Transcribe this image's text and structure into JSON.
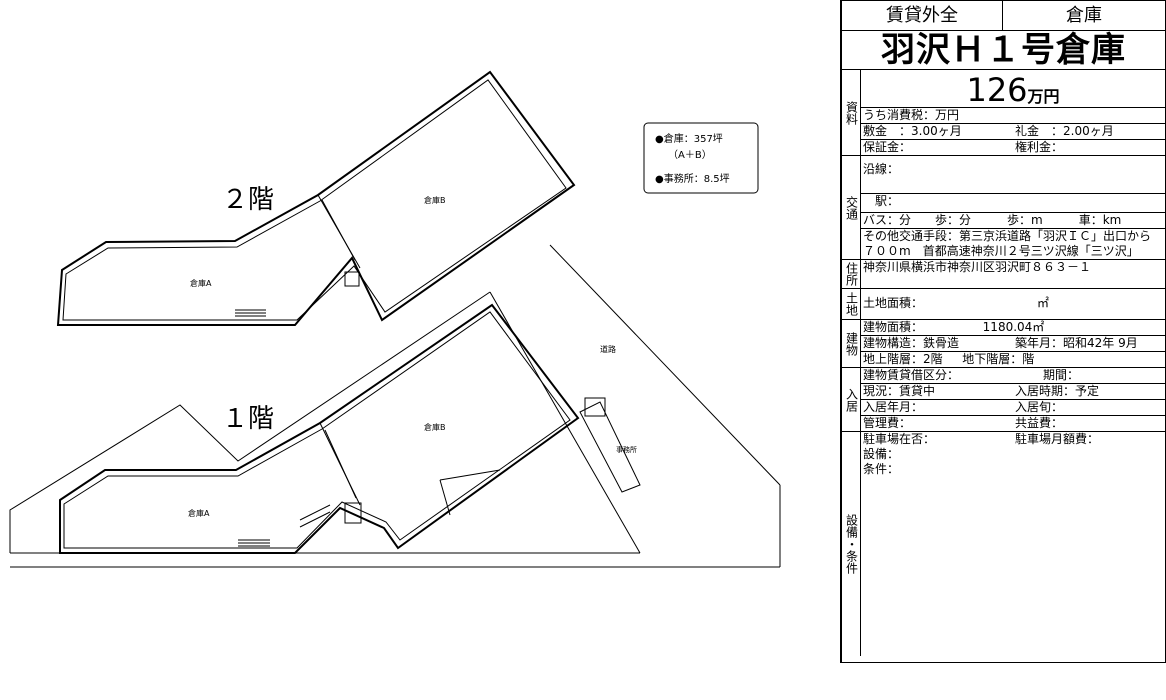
{
  "sheet": {
    "type_label": "賃貸外全",
    "category": "倉庫",
    "property_name": "羽沢Ｈ１号倉庫",
    "price": {
      "section_label": "資料",
      "amount": "126",
      "unit": "万円",
      "tax": "うち消費税：万円",
      "shikikin": "敷金　：3.00ヶ月",
      "reikin": "礼金　：2.00ヶ月",
      "hoshokin": "保証金：",
      "kenrikin": "権利金："
    },
    "traffic": {
      "section_label": "交通",
      "line": "沿線：",
      "station": "　駅：",
      "bus": "バス：分　　歩：分　　　歩：m　　　車：km",
      "other1": "その他交通手段：第三京浜道路「羽沢ＩＣ」出口から",
      "other2": "７００m　首都高速神奈川２号三ツ沢線「三ツ沢」"
    },
    "address": {
      "section_label": "住所",
      "value": "神奈川県横浜市神奈川区羽沢町８６３－１"
    },
    "land": {
      "section_label": "土地",
      "area": "土地面積：　　　　　　　　　　㎡"
    },
    "building": {
      "section_label": "建物",
      "area_label": "建物面積：",
      "area_value": "1180.04㎡",
      "structure": "建物構造：鉄骨造",
      "built": "築年月：昭和42年 9月",
      "floors_above": "地上階層：2階",
      "floors_below": "地下階層：階"
    },
    "move_in": {
      "section_label": "入居",
      "lease_type": "建物賃貸借区分：",
      "period": "期間：",
      "status": "現況：賃貸中",
      "timing": "入居時期：予定",
      "year_month": "入居年月：",
      "day": "入居旬：",
      "mgmt_fee": "管理費：",
      "common_fee": "共益費："
    },
    "facilities": {
      "section_label": "設備・条件",
      "parking": "駐車場在否：",
      "parking_fee": "駐車場月額費：",
      "equipment": "設備：",
      "conditions": "条件："
    }
  },
  "plan": {
    "floor2_label": "２階",
    "floor1_label": "１階",
    "warehouse_a": "倉庫A",
    "warehouse_b": "倉庫B",
    "road": "道路",
    "office": "事務所",
    "legend_warehouse": "●倉庫：357坪",
    "legend_warehouse2": "（A＋B）",
    "legend_office": "●事務所：8.5坪"
  }
}
